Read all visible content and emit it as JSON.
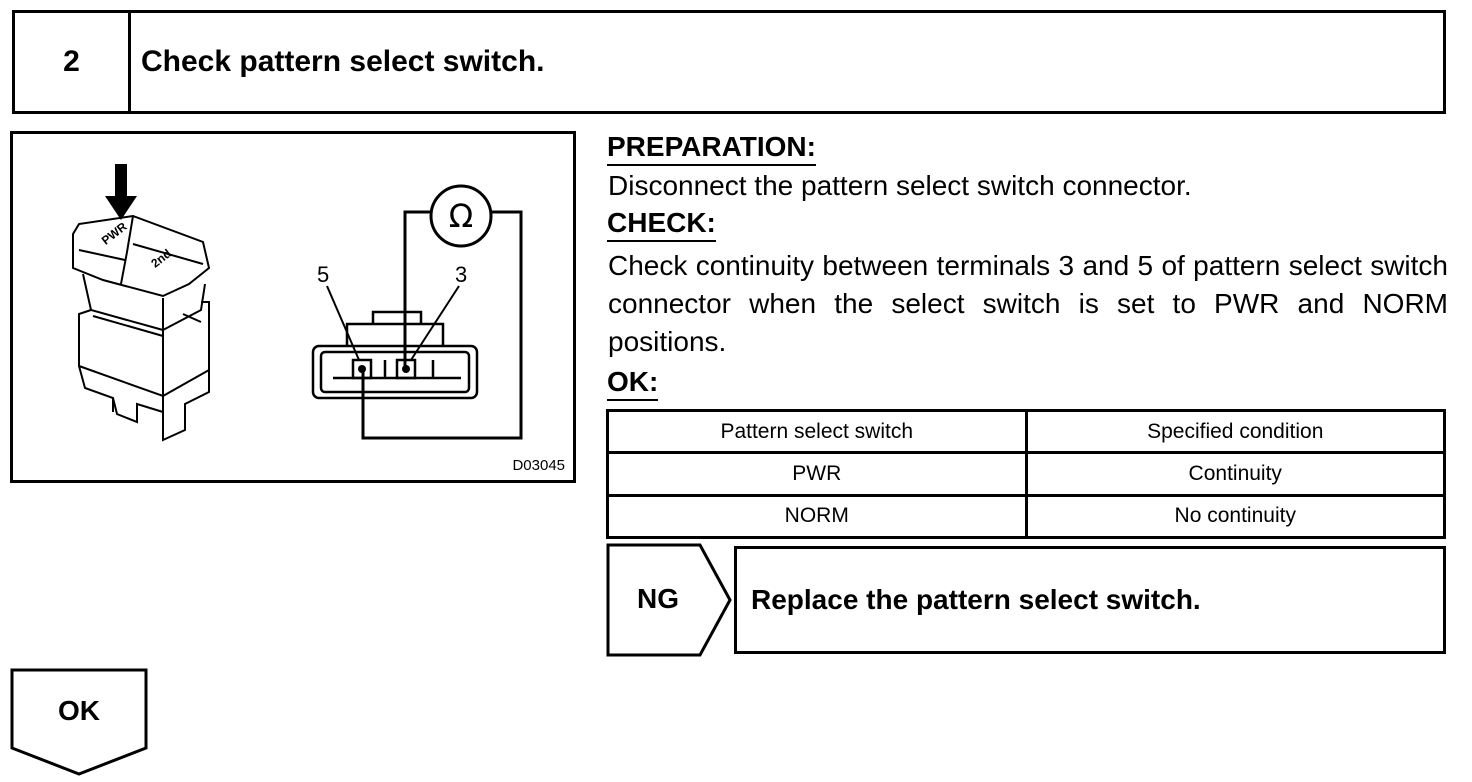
{
  "step": {
    "number": "2",
    "title": "Check pattern select switch."
  },
  "figure": {
    "code": "D03045",
    "switch_labels": [
      "PWR",
      "2nd"
    ],
    "terminal_labels": [
      "5",
      "3"
    ],
    "meter_symbol": "Ω"
  },
  "preparation": {
    "heading": "PREPARATION:",
    "text": "Disconnect the pattern select switch connector."
  },
  "check": {
    "heading": "CHECK:",
    "text": "Check continuity between terminals 3 and 5 of pattern select switch connector when the select switch is set to PWR and NORM positions."
  },
  "ok": {
    "heading": "OK:"
  },
  "table": {
    "headers": [
      "Pattern select switch",
      "Specified condition"
    ],
    "rows": [
      [
        "PWR",
        "Continuity"
      ],
      [
        "NORM",
        "No continuity"
      ]
    ]
  },
  "ng": {
    "label": "NG",
    "action": "Replace the pattern select switch."
  },
  "ok_result": {
    "label": "OK"
  }
}
